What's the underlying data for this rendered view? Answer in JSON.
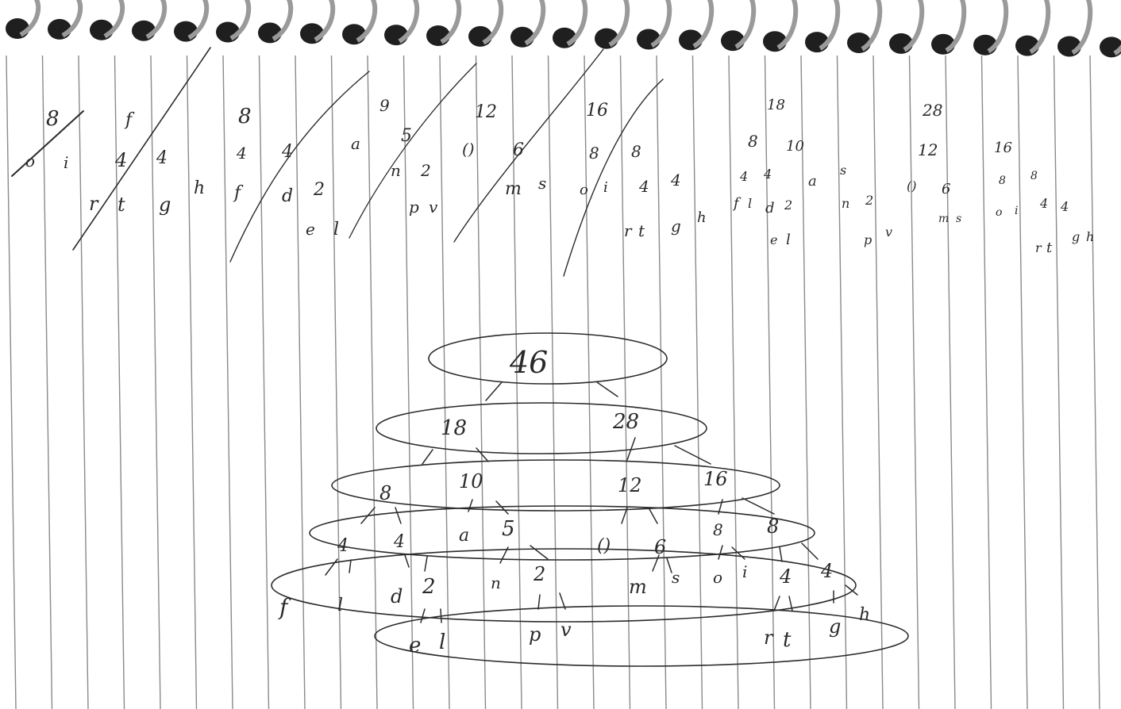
{
  "colors": {
    "paper": "#ffffff",
    "ruling": "#8a8a8a",
    "ink": "#2b2b2b",
    "coil": "#3a3a3a"
  },
  "scratch_trees": [
    {
      "root": "8",
      "children": [
        "o",
        "i"
      ]
    },
    {
      "root": "f",
      "children": [
        "4"
      ],
      "grandchildren": [
        "r",
        "t",
        "g",
        "h"
      ]
    },
    {
      "root": "8",
      "children": [
        "4",
        "4"
      ],
      "grandchildren": [
        "f",
        "d",
        "2",
        "e",
        "l"
      ]
    },
    {
      "root": "9",
      "children": [
        "a",
        "5"
      ],
      "grandchildren": [
        "n",
        "2",
        "p",
        "v"
      ]
    },
    {
      "root": "12",
      "children": [
        "()",
        "6"
      ],
      "grandchildren": [
        "m",
        "s"
      ]
    },
    {
      "root": "16",
      "children": [
        "8",
        "8"
      ],
      "grandchildren": [
        "o",
        "i",
        "4",
        "4",
        "r",
        "t",
        "g",
        "h"
      ]
    },
    {
      "root": "18",
      "children": [
        "8",
        "10"
      ],
      "grandchildren": [
        "4",
        "4",
        "a",
        "s",
        "f",
        "l",
        "d",
        "2",
        "n",
        "2",
        "e",
        "l",
        "p",
        "v"
      ]
    },
    {
      "root": "28",
      "children": [
        "12",
        "16"
      ],
      "grandchildren": [
        "()",
        "6",
        "m",
        "s",
        "8",
        "8",
        "o",
        "i",
        "4",
        "4",
        "r",
        "t",
        "g",
        "h"
      ]
    }
  ],
  "final_tree": {
    "root": "46",
    "level1": [
      "18",
      "28"
    ],
    "level2": [
      "8",
      "10",
      "12",
      "16"
    ],
    "level3": [
      "4",
      "4",
      "a",
      "5",
      "()",
      "6",
      "8",
      "8"
    ],
    "level4": [
      "f",
      "l",
      "d",
      "2",
      "n",
      "2",
      "m",
      "s",
      "o",
      "i",
      "4",
      "4"
    ],
    "level5": [
      "e",
      "l",
      "p",
      "v",
      "r",
      "t",
      "g",
      "h"
    ]
  }
}
